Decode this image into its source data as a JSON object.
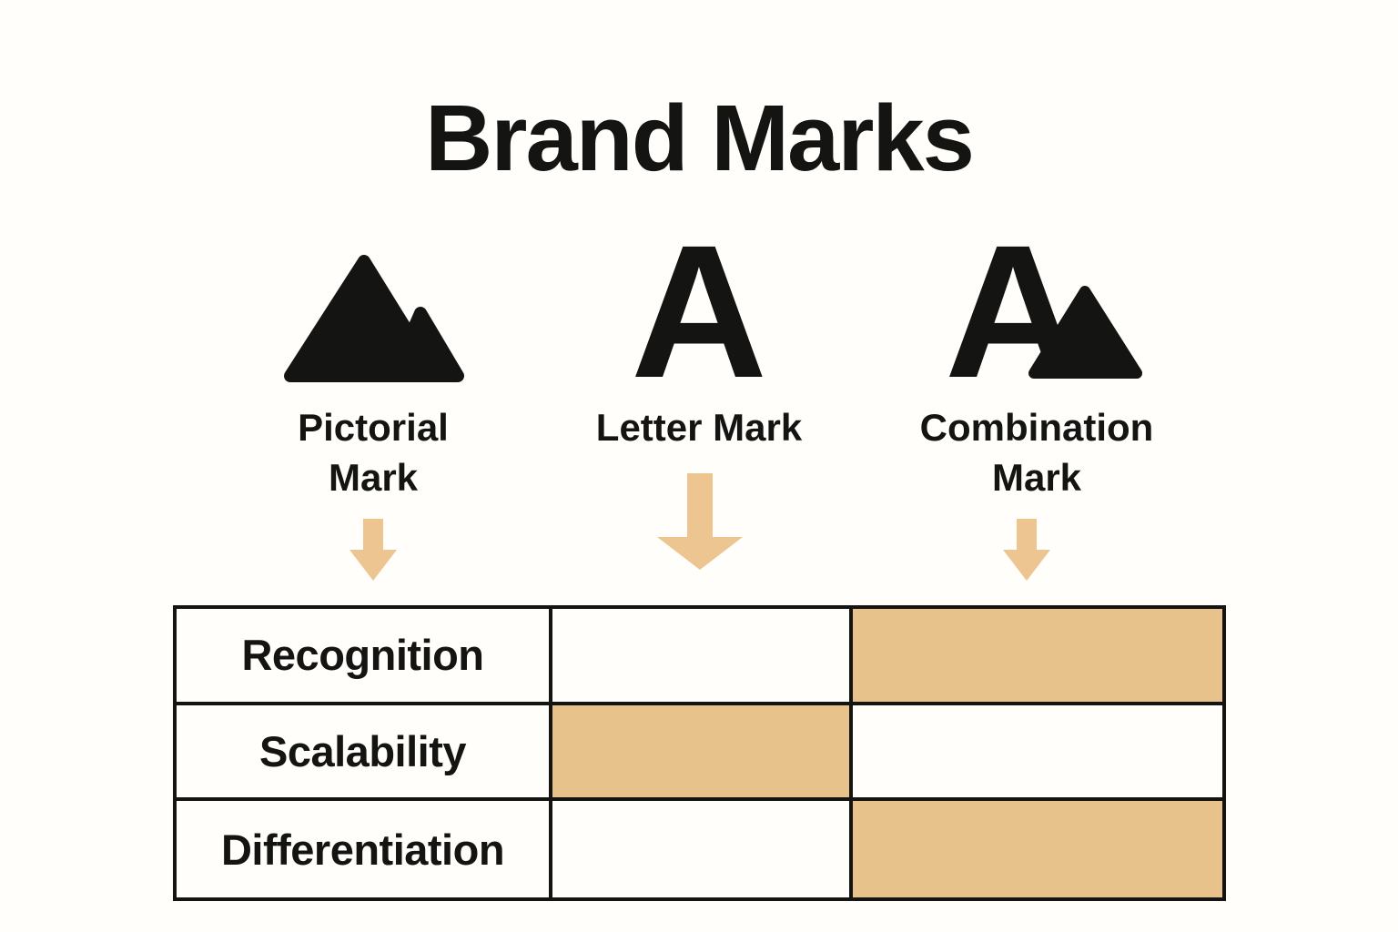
{
  "title": "Brand Marks",
  "colors": {
    "bg": "#fffefa",
    "ink": "#141412",
    "accent": "#e8c28b",
    "arrow": "#ecc590"
  },
  "marks": [
    {
      "name": "Pictorial Mark",
      "icon": "mountain-icon",
      "lines": [
        "Pictorial",
        "Mark"
      ]
    },
    {
      "name": "Letter Mark",
      "icon": "letter-a-icon",
      "icon_text": "A",
      "lines": [
        "Letter Mark"
      ]
    },
    {
      "name": "Combination Mark",
      "icon": "letter-a-mountain-icon",
      "icon_text": "A",
      "lines": [
        "Combination",
        "Mark"
      ]
    }
  ],
  "table": {
    "rows": [
      {
        "label": "Recognition",
        "highlight": [
          false,
          false,
          true
        ]
      },
      {
        "label": "Scalability",
        "highlight": [
          false,
          true,
          false
        ]
      },
      {
        "label": "Differentiation",
        "highlight": [
          false,
          false,
          true
        ]
      }
    ]
  }
}
